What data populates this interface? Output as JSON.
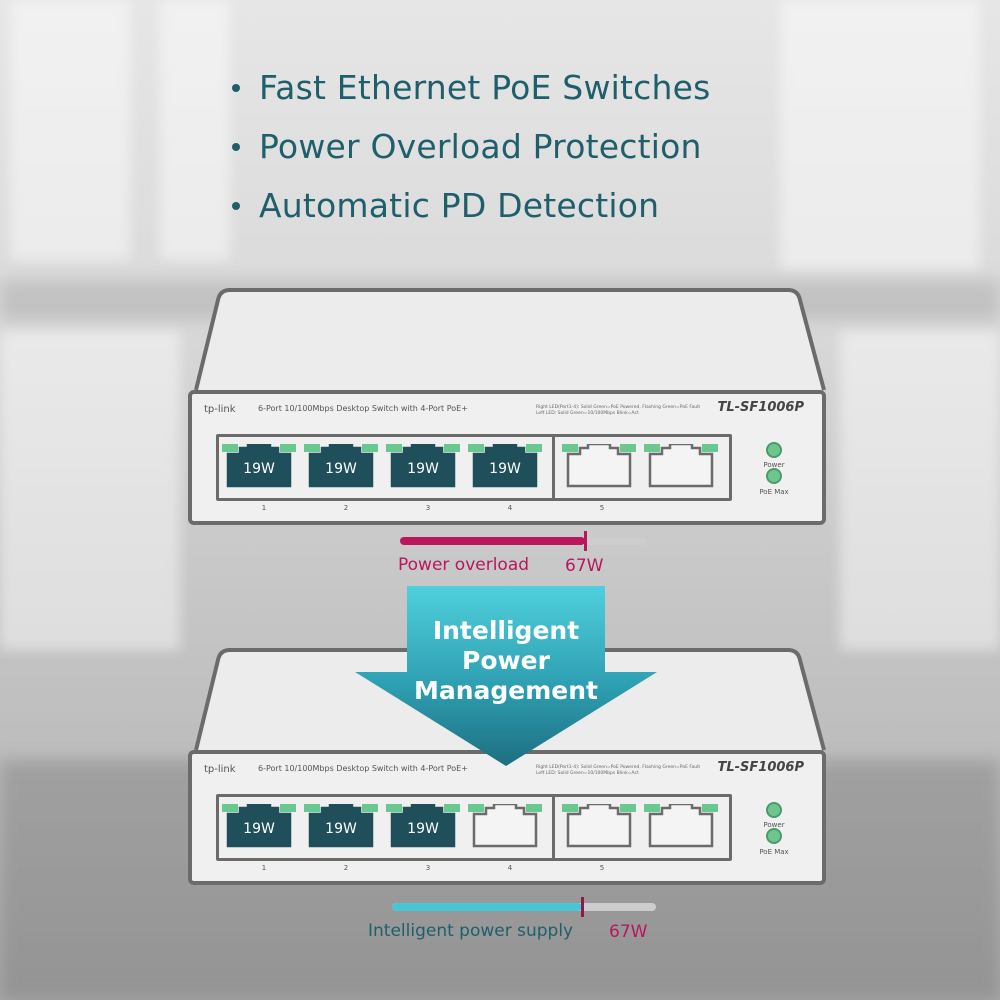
{
  "features": [
    "Fast Ethernet PoE Switches",
    "Power Overload Protection",
    "Automatic PD Detection"
  ],
  "colors": {
    "teal_text": "#1f5f6b",
    "overload_pink": "#b8175e",
    "supply_cyan": "#48c6d4",
    "port_active": "#1f4f5a",
    "led_green": "#68c890"
  },
  "switch_top": {
    "logo": "tp-link",
    "description": "6-Port 10/100Mbps Desktop Switch with 4-Port PoE+",
    "led_legend_1": "Right LED(Port1-4): Solid Green=PoE Powered, Flashing Green=PoE Fault",
    "led_legend_2": "Left LED: Solid Green=10/100Mbps Blink=Act",
    "model": "TL-SF1006P",
    "ports": [
      {
        "num": "1",
        "label": "19W",
        "active": true
      },
      {
        "num": "2",
        "label": "19W",
        "active": true
      },
      {
        "num": "3",
        "label": "19W",
        "active": true
      },
      {
        "num": "4",
        "label": "19W",
        "active": true
      },
      {
        "num": "5",
        "label": "",
        "active": false
      },
      {
        "num": "",
        "label": "",
        "active": false
      }
    ],
    "power_led_label": "Power",
    "poe_max_label": "PoE Max",
    "meter_caption": "Power overload",
    "meter_value": "67W",
    "meter_fill_fraction": 0.75
  },
  "arrow": {
    "line1": "Intelligent",
    "line2": "Power",
    "line3": "Management"
  },
  "switch_bottom": {
    "logo": "tp-link",
    "description": "6-Port 10/100Mbps Desktop Switch with 4-Port PoE+",
    "led_legend_1": "Right LED(Port1-4): Solid Green=PoE Powered, Flashing Green=PoE Fault",
    "led_legend_2": "Left LED: Solid Green=10/100Mbps Blink=Act",
    "model": "TL-SF1006P",
    "ports": [
      {
        "num": "1",
        "label": "19W",
        "active": true
      },
      {
        "num": "2",
        "label": "19W",
        "active": true
      },
      {
        "num": "3",
        "label": "19W",
        "active": true
      },
      {
        "num": "4",
        "label": "",
        "active": false
      },
      {
        "num": "5",
        "label": "",
        "active": false
      },
      {
        "num": "",
        "label": "",
        "active": false
      }
    ],
    "power_led_label": "Power",
    "poe_max_label": "PoE Max",
    "meter_caption": "Intelligent power supply",
    "meter_value": "67W",
    "meter_fill_fraction": 0.72
  }
}
